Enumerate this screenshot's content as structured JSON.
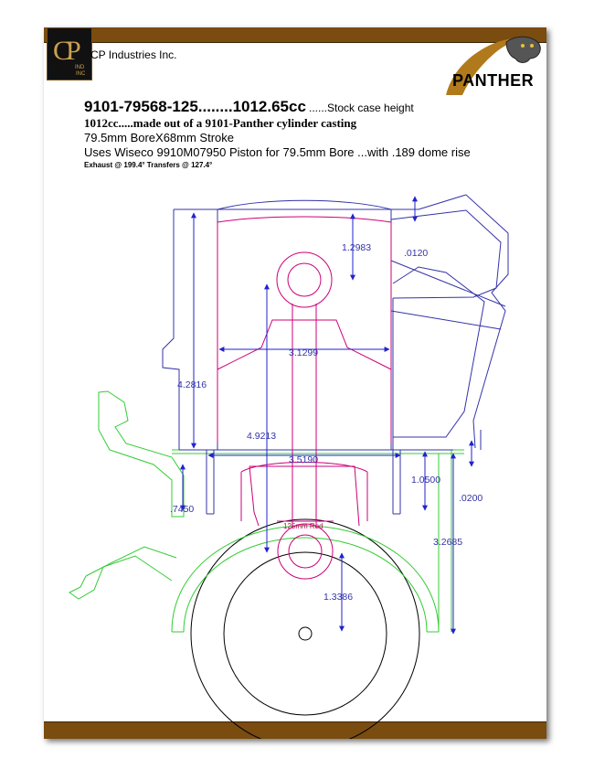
{
  "header": {
    "logo_text": "CP IND INC",
    "company": "CP Industries Inc.",
    "brand": "PANTHER"
  },
  "title": {
    "part_number": "9101-79568-125........1012.65cc",
    "case_note": "......Stock case height",
    "casting_note": "1012cc.....made out of a 9101-Panther cylinder casting",
    "bore_stroke": "79.5mm BoreX68mm Stroke",
    "piston": "Uses Wiseco 9910M07950 Piston for 79.5mm Bore ...with .189 dome rise",
    "port_timing": "Exhaust @ 199.4°    Transfers @ 127.4°"
  },
  "dimensions": {
    "d_1_2983": "1.2983",
    "d_0120": ".0120",
    "d_3_1299": "3.1299",
    "d_4_2816": "4.2816",
    "d_4_9213": "4.9213",
    "d_3_5190": "3.5190",
    "d_1_0500": "1.0500",
    "d_0200": ".0200",
    "d_7450": ".7450",
    "d_3_2685": "3.2685",
    "d_1_3386": "1.3386",
    "rod_label": "125mm Rod"
  },
  "colors": {
    "frame": "#7a4c10",
    "cylinder": "#3333aa",
    "piston_rod": "#cc0077",
    "crankcase": "#33cc33",
    "flywheel": "#000000"
  }
}
